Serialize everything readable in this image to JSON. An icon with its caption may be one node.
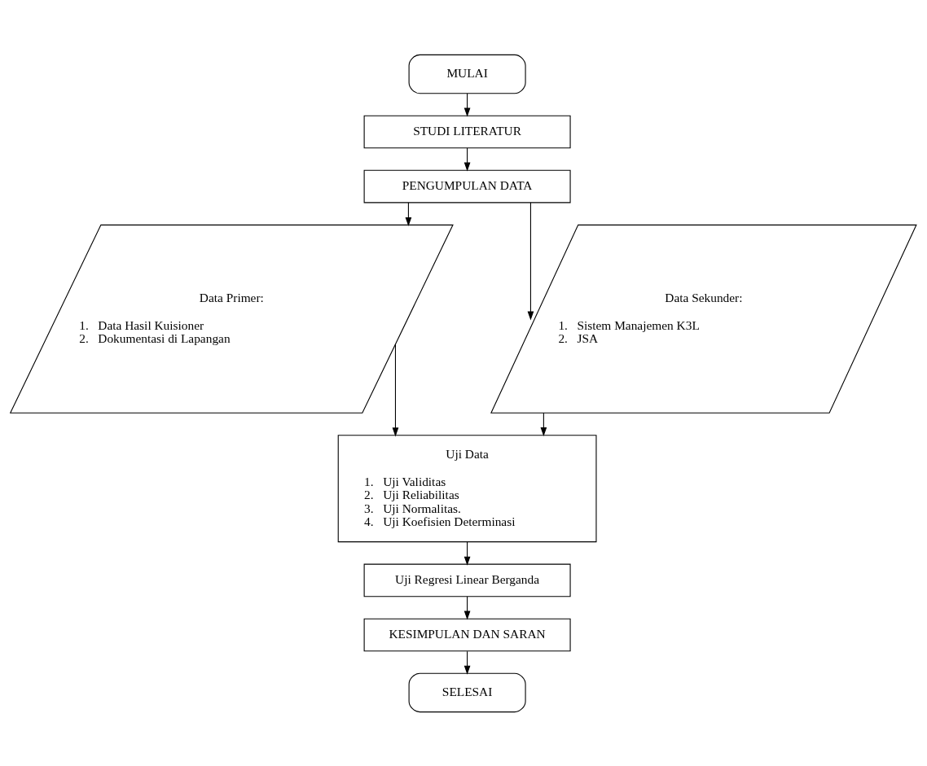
{
  "diagram": {
    "nodes": [
      {
        "text": [
          "MULAI"
        ]
      },
      {
        "text": [
          "STUDI LITERATUR"
        ]
      },
      {
        "text": [
          "PENGUMPULAN DATA"
        ]
      },
      {
        "text": [
          "Data Primer:",
          "1.   Data Hasil Kuisioner",
          "2.   Dokumentasi di Lapangan"
        ]
      },
      {
        "text": [
          "Data Sekunder:",
          "1.   Sistem Manajemen K3L",
          "2.   JSA"
        ]
      },
      {
        "text": [
          "Uji Data",
          "1.   Uji Validitas",
          "2.   Uji Reliabilitas",
          "3.   Uji Normalitas.",
          "4.   Uji Koefisien Determinasi"
        ]
      },
      {
        "text": [
          "Uji Regresi Linear Berganda"
        ]
      },
      {
        "text": [
          "KESIMPULAN DAN SARAN"
        ]
      },
      {
        "text": [
          "SELESAI"
        ]
      }
    ],
    "edges": [
      {
        "from": 0,
        "to": 1,
        "arrow": "to"
      },
      {
        "from": 1,
        "to": 2,
        "arrow": "to"
      },
      {
        "from": 2,
        "to": 3,
        "arrow": "to"
      },
      {
        "from": 2,
        "to": 4,
        "arrow": "to"
      },
      {
        "from": 3,
        "to": 5,
        "arrow": "to"
      },
      {
        "from": 4,
        "to": 5,
        "arrow": "to"
      },
      {
        "from": 5,
        "to": 6,
        "arrow": "to"
      },
      {
        "from": 6,
        "to": 7,
        "arrow": "to"
      },
      {
        "from": 7,
        "to": 8,
        "arrow": "to"
      }
    ]
  }
}
